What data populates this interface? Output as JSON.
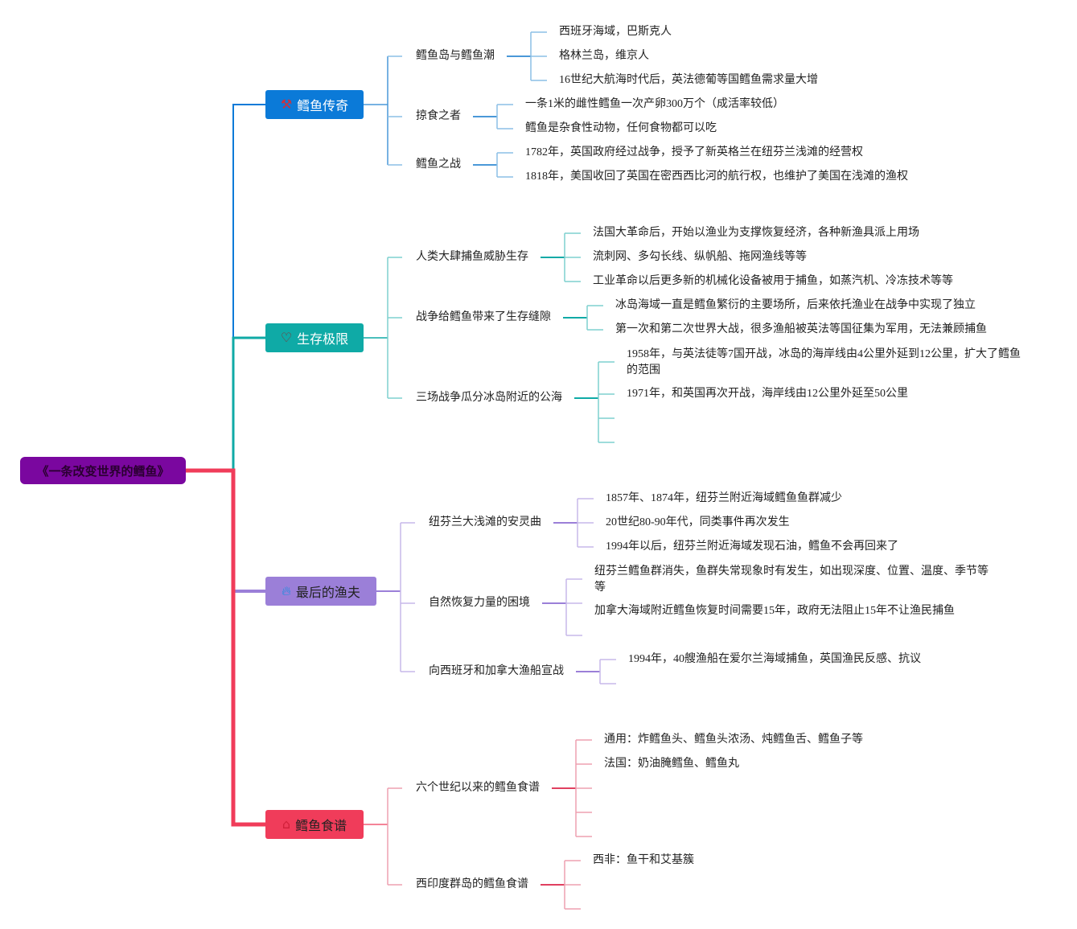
{
  "root": {
    "label": "《一条改变世界的鳕鱼》"
  },
  "colors": {
    "root": "#7a079f",
    "legend": "#0b7ad8",
    "survival": "#0faaa6",
    "fisherman": "#9b7fd8",
    "recipe": "#f03c5a"
  },
  "branches": [
    {
      "label": "鳕鱼传奇",
      "icon": "tools-icon",
      "children": [
        {
          "label": "鳕鱼岛与鳕鱼潮",
          "items": [
            "西班牙海域，巴斯克人",
            "格林兰岛，维京人",
            "16世纪大航海时代后，英法德葡等国鳕鱼需求量大增"
          ]
        },
        {
          "label": "掠食之者",
          "items": [
            "一条1米的雌性鳕鱼一次产卵300万个（成活率较低）",
            "鳕鱼是杂食性动物，任何食物都可以吃"
          ]
        },
        {
          "label": "鳕鱼之战",
          "items": [
            "1782年，英国政府经过战争，授予了新英格兰在纽芬兰浅滩的经营权",
            "1818年，美国收回了英国在密西西比河的航行权，也维护了美国在浅滩的渔权"
          ]
        }
      ]
    },
    {
      "label": "生存极限",
      "icon": "heart-icon",
      "children": [
        {
          "label": "人类大肆捕鱼威胁生存",
          "items": [
            "法国大革命后，开始以渔业为支撑恢复经济，各种新渔具派上用场",
            "流刺网、多勾长线、纵帆船、拖网渔线等等",
            "工业革命以后更多新的机械化设备被用于捕鱼，如蒸汽机、冷冻技术等等"
          ]
        },
        {
          "label": "战争给鳕鱼带来了生存缝隙",
          "items": [
            "冰岛海域一直是鳕鱼繁衍的主要场所，后来依托渔业在战争中实现了独立",
            "第一次和第二次世界大战，很多渔船被英法等国征集为军用，无法兼顾捕鱼"
          ]
        },
        {
          "label": "三场战争瓜分冰岛附近的公海",
          "items": [
            "1958年，与英法徒等7国开战，冰岛的海岸线由4公里外延到12公里，扩大了鳕鱼的范围",
            "1971年，和英国再次开战，海岸线由12公里外延至50公里"
          ]
        }
      ]
    },
    {
      "label": "最后的渔夫",
      "icon": "flame-icon",
      "children": [
        {
          "label": "纽芬兰大浅滩的安灵曲",
          "items": [
            "1857年、1874年，纽芬兰附近海域鳕鱼鱼群减少",
            "20世纪80-90年代，同类事件再次发生",
            "1994年以后，纽芬兰附近海域发现石油，鳕鱼不会再回来了"
          ]
        },
        {
          "label": "自然恢复力量的困境",
          "items": [
            "纽芬兰鳕鱼群消失，鱼群失常现象时有发生，如出现深度、位置、温度、季节等等",
            "加拿大海域附近鳕鱼恢复时间需要15年，政府无法阻止15年不让渔民捕鱼"
          ]
        },
        {
          "label": "向西班牙和加拿大渔船宣战",
          "items": [
            "1994年，40艘渔船在爱尔兰海域捕鱼，英国渔民反感、抗议"
          ]
        }
      ]
    },
    {
      "label": "鳕鱼食谱",
      "icon": "home-icon",
      "children": [
        {
          "label": "六个世纪以来的鳕鱼食谱",
          "items": [
            "通用：炸鳕鱼头、鳕鱼头浓汤、炖鳕鱼舌、鳕鱼子等",
            "法国：奶油腌鳕鱼、鳕鱼丸"
          ]
        },
        {
          "label": "西印度群岛的鳕鱼食谱",
          "items": [
            "西非：鱼干和艾基簇"
          ]
        }
      ]
    }
  ]
}
